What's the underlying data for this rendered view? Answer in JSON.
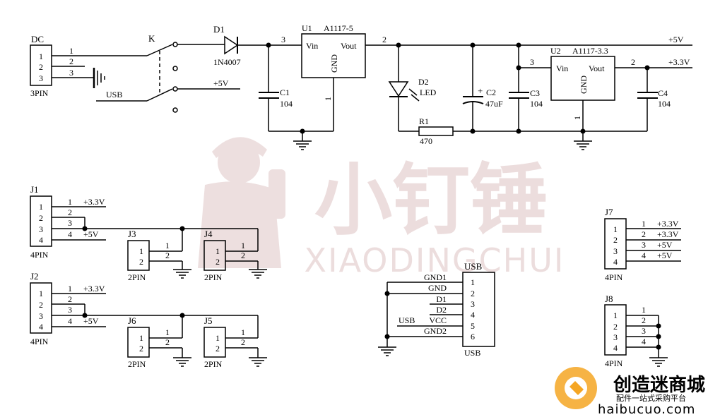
{
  "watermark": {
    "cn": "小钉锤",
    "en": "XIAODINGCHUI"
  },
  "logo": {
    "name": "创造迷商城",
    "slogan": "配件一站式采购平台",
    "url": "haibucuo.com"
  },
  "power": {
    "dc": {
      "ref": "DC",
      "type": "3PIN",
      "pins": [
        "1",
        "2",
        "3"
      ],
      "net_labels": [
        "1",
        "2",
        "3"
      ]
    },
    "switch": {
      "ref": "K",
      "usb_label": "USB",
      "out_label": "+5V"
    },
    "d1": {
      "ref": "D1",
      "value": "1N4007"
    },
    "u1": {
      "ref": "U1",
      "part": "A1117-5",
      "vin": "Vin",
      "vout": "Vout",
      "gnd": "GND",
      "pin_in": "3",
      "pin_out": "2",
      "pin_gnd": "1"
    },
    "c1": {
      "ref": "C1",
      "value": "104"
    },
    "d2": {
      "ref": "D2",
      "value": "LED"
    },
    "r1": {
      "ref": "R1",
      "value": "470"
    },
    "c2": {
      "ref": "C2",
      "value": "47uF",
      "polarity": "+"
    },
    "c3": {
      "ref": "C3",
      "value": "104"
    },
    "u2": {
      "ref": "U2",
      "part": "A1117-3.3",
      "vin": "Vin",
      "vout": "Vout",
      "gnd": "GND",
      "pin_in": "3",
      "pin_out": "2",
      "pin_gnd": "1"
    },
    "c4": {
      "ref": "C4",
      "value": "104"
    },
    "rail5": "+5V",
    "rail33": "+3.3V"
  },
  "headers": {
    "j1": {
      "ref": "J1",
      "type": "4PIN",
      "pins": [
        "1",
        "2",
        "3",
        "4"
      ],
      "nets": [
        "1",
        "2",
        "3",
        "4"
      ],
      "v1": "+3.3V",
      "v4": "+5V"
    },
    "j2": {
      "ref": "J2",
      "type": "4PIN",
      "pins": [
        "1",
        "2",
        "3",
        "4"
      ],
      "nets": [
        "1",
        "2",
        "3",
        "4"
      ],
      "v1": "+3.3V",
      "v4": "+5V"
    },
    "j3": {
      "ref": "J3",
      "type": "2PIN",
      "pins": [
        "1",
        "2"
      ],
      "nets": [
        "1",
        "2"
      ]
    },
    "j4": {
      "ref": "J4",
      "type": "2PIN",
      "pins": [
        "1",
        "2"
      ],
      "nets": [
        "1",
        "2"
      ]
    },
    "j5": {
      "ref": "J5",
      "type": "2PIN",
      "pins": [
        "1",
        "2"
      ],
      "nets": [
        "1",
        "2"
      ]
    },
    "j6": {
      "ref": "J6",
      "type": "2PIN",
      "pins": [
        "1",
        "2"
      ],
      "nets": [
        "1",
        "2"
      ]
    },
    "j7": {
      "ref": "J7",
      "type": "4PIN",
      "pins": [
        "1",
        "2",
        "3",
        "4"
      ],
      "nets": [
        "1",
        "2",
        "3",
        "4"
      ],
      "volts": [
        "+3.3V",
        "+3.3V",
        "+5V",
        "+5V"
      ]
    },
    "j8": {
      "ref": "J8",
      "type": "4PIN",
      "pins": [
        "1",
        "2",
        "3",
        "4"
      ],
      "nets": [
        "1",
        "2",
        "3",
        "4"
      ]
    }
  },
  "usb": {
    "ref": "USB",
    "type": "USB",
    "pins": [
      "1",
      "2",
      "3",
      "4",
      "5",
      "6"
    ],
    "signals": [
      "GND1",
      "GND",
      "D1",
      "D2",
      "VCC",
      "GND2"
    ],
    "vcc_label": "USB"
  }
}
